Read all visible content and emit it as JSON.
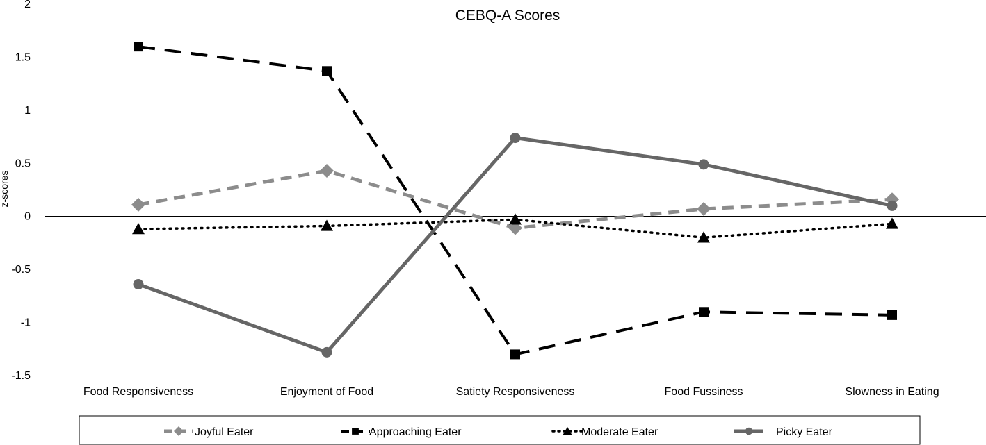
{
  "chart_data": {
    "type": "line",
    "title": "CEBQ-A Scores",
    "xlabel": "",
    "ylabel": "z-scores",
    "categories": [
      "Food Responsiveness",
      "Enjoyment of Food",
      "Satiety Responsiveness",
      "Food Fussiness",
      "Slowness in Eating"
    ],
    "ylim": [
      -1.5,
      2
    ],
    "yticks": [
      2,
      1.5,
      1,
      0.5,
      0,
      -0.5,
      -1,
      -1.5
    ],
    "ytick_labels": [
      "2",
      "1.5",
      "1",
      "0.5",
      "0",
      "-0.5",
      "-1",
      "-1.5"
    ],
    "grid": false,
    "legend_position": "bottom",
    "series": [
      {
        "name": "Joyful Eater",
        "values": [
          0.11,
          0.43,
          -0.11,
          0.07,
          0.16
        ],
        "color": "#8c8c8c",
        "marker": "diamond",
        "dash": "dashed"
      },
      {
        "name": "Approaching Eater",
        "values": [
          1.6,
          1.37,
          -1.3,
          -0.9,
          -0.93
        ],
        "color": "#000000",
        "marker": "square",
        "dash": "long-dash"
      },
      {
        "name": "Moderate Eater",
        "values": [
          -0.12,
          -0.09,
          -0.03,
          -0.2,
          -0.07
        ],
        "color": "#000000",
        "marker": "triangle",
        "dash": "dotted"
      },
      {
        "name": "Picky Eater",
        "values": [
          -0.64,
          -1.28,
          0.74,
          0.49,
          0.1
        ],
        "color": "#666666",
        "marker": "circle",
        "dash": "solid"
      }
    ]
  }
}
